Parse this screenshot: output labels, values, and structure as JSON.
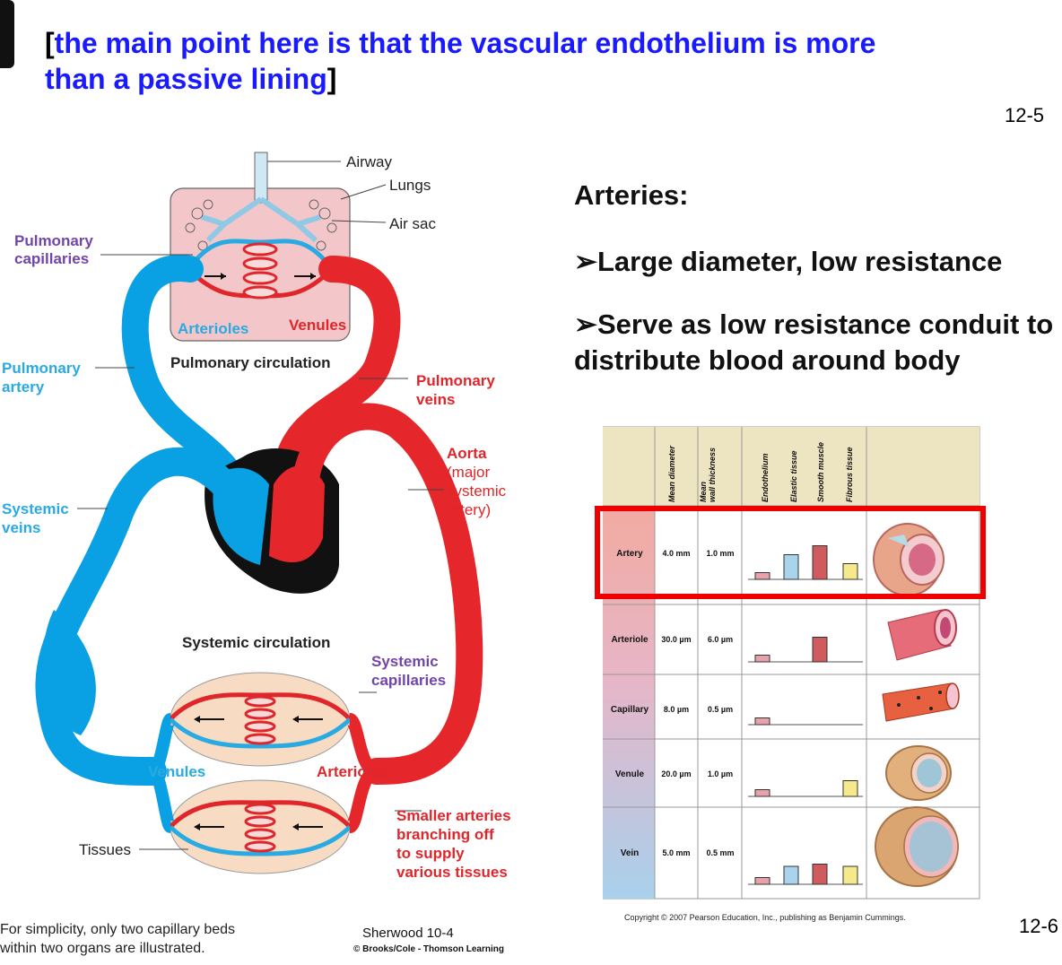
{
  "header": {
    "open_bracket": "[",
    "text": "the main point here is that the vascular endothelium is more than a passive lining",
    "close_bracket": "]"
  },
  "page_numbers": {
    "top": "12-5",
    "bottom": "12-6"
  },
  "diagram": {
    "airway": "Airway",
    "lungs": "Lungs",
    "air_sac": "Air sac",
    "pulmonary_capillaries_1": "Pulmonary",
    "pulmonary_capillaries_2": "capillaries",
    "arterioles_top": "Arterioles",
    "venules_top": "Venules",
    "pulmonary_artery_1": "Pulmonary",
    "pulmonary_artery_2": "artery",
    "pulmonary_circulation": "Pulmonary circulation",
    "pulmonary_veins_1": "Pulmonary",
    "pulmonary_veins_2": "veins",
    "aorta_1": "Aorta",
    "aorta_2": "(major",
    "aorta_3": "systemic",
    "aorta_4": "artery)",
    "systemic_veins_1": "Systemic",
    "systemic_veins_2": "veins",
    "systemic_circulation": "Systemic circulation",
    "systemic_capillaries_1": "Systemic",
    "systemic_capillaries_2": "capillaries",
    "venules_bottom": "Venules",
    "arterioles_bottom": "Arterioles",
    "tissues": "Tissues",
    "smaller_arteries_1": "Smaller arteries",
    "smaller_arteries_2": "branching off",
    "smaller_arteries_3": "to supply",
    "smaller_arteries_4": "various tissues",
    "caption_1": "For simplicity, only two capillary beds",
    "caption_2": "within two organs are illustrated.",
    "source": "Sherwood 10-4",
    "source_copyright": "© Brooks/Cole - Thomson Learning"
  },
  "bullets": {
    "title": "Arteries:",
    "item1": "➢Large diameter, low resistance",
    "item2": "➢Serve as low resistance conduit to distribute blood around body"
  },
  "table": {
    "columns": [
      "Mean diameter",
      "Mean wall thickness",
      "Endothelium",
      "Elastic tissue",
      "Smooth muscle",
      "Fibrous tissue"
    ],
    "rows": [
      {
        "name": "Artery",
        "diameter": "4.0 mm",
        "thickness": "1.0 mm",
        "bars": [
          0.15,
          0.55,
          0.75,
          0.35
        ]
      },
      {
        "name": "Arteriole",
        "diameter": "30.0 µm",
        "thickness": "6.0 µm",
        "bars": [
          0.15,
          0,
          0.55,
          0
        ]
      },
      {
        "name": "Capillary",
        "diameter": "8.0 µm",
        "thickness": "0.5 µm",
        "bars": [
          0.15,
          0,
          0,
          0
        ]
      },
      {
        "name": "Venule",
        "diameter": "20.0 µm",
        "thickness": "1.0 µm",
        "bars": [
          0.15,
          0,
          0,
          0.35
        ]
      },
      {
        "name": "Vein",
        "diameter": "5.0 mm",
        "thickness": "0.5 mm",
        "bars": [
          0.15,
          0.4,
          0.45,
          0.4
        ]
      }
    ],
    "bar_colors": [
      "#e7a2aa",
      "#a9d4ec",
      "#cf5b5f",
      "#f6e98c"
    ],
    "copyright": "Copyright © 2007 Pearson Education, Inc., publishing as Benjamin Cummings."
  }
}
